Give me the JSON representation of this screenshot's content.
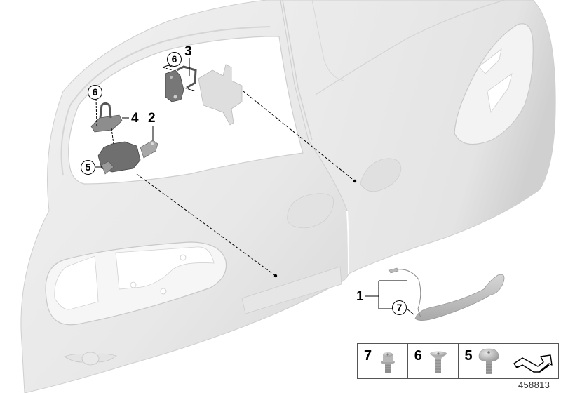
{
  "diagram": {
    "subject": "Tailgate / rear door lock and handle assembly",
    "diagram_number": "458813",
    "colors": {
      "body_panel": "#eaeaea",
      "body_shadow": "#d4d4d4",
      "part_dark": "#6f6f6f",
      "part_light": "#d9d9d9",
      "leader_line": "#000000",
      "background": "#ffffff"
    },
    "callouts": [
      {
        "id": "1",
        "label": "1",
        "style": "plain",
        "part": "outer-handle-assembly"
      },
      {
        "id": "2",
        "label": "2",
        "style": "plain",
        "part": "lock-actuator"
      },
      {
        "id": "3",
        "label": "3",
        "style": "plain",
        "part": "upper-striker"
      },
      {
        "id": "4",
        "label": "4",
        "style": "plain",
        "part": "lower-striker"
      },
      {
        "id": "5",
        "label": "5",
        "style": "circled",
        "part": "screw-on-lock-actuator"
      },
      {
        "id": "6a",
        "label": "6",
        "style": "circled",
        "part": "screw-on-upper-striker"
      },
      {
        "id": "6b",
        "label": "6",
        "style": "circled",
        "part": "screw-on-lower-striker"
      },
      {
        "id": "7",
        "label": "7",
        "style": "circled",
        "part": "screw-on-handle"
      }
    ],
    "legend": [
      {
        "label": "7",
        "icon": "torx-flange-bolt-icon"
      },
      {
        "label": "6",
        "icon": "torx-countersunk-screw-icon"
      },
      {
        "label": "5",
        "icon": "torx-pan-head-screw-icon"
      },
      {
        "label": "",
        "icon": "vehicle-direction-arrow-icon"
      }
    ]
  }
}
